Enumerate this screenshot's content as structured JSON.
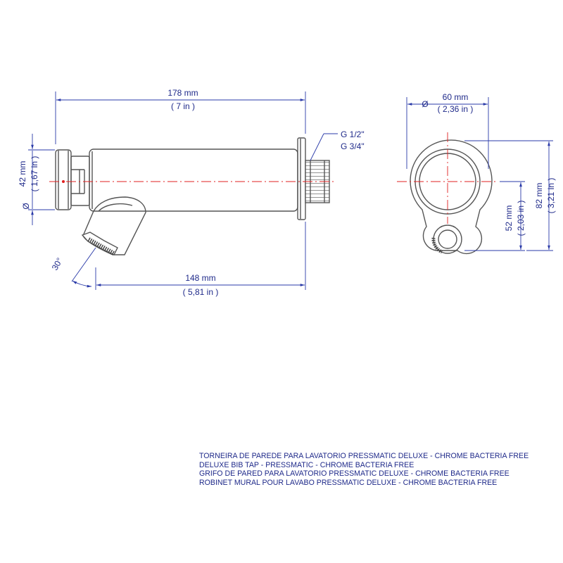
{
  "colors": {
    "dimension": "#1f2a8a",
    "axis": "#e02020",
    "outline": "#555555"
  },
  "dimensions": {
    "overall_length": {
      "mm": "178 mm",
      "inch": "( 7 in )"
    },
    "body_diameter": {
      "symbol": "Ø",
      "mm": "42 mm",
      "inch": "( 1,67 in )"
    },
    "thread": {
      "line1": "G 1/2\"",
      "line2": "G 3/4\""
    },
    "spout_length": {
      "mm": "148 mm",
      "inch": "( 5,81 in )"
    },
    "spout_angle": {
      "value": "30°"
    },
    "flange_diameter": {
      "symbol": "Ø",
      "mm": "60 mm",
      "inch": "( 2,36 in )"
    },
    "outlet_height": {
      "mm": "52 mm",
      "inch": "( 2,03 in )"
    },
    "total_height": {
      "mm": "82 mm",
      "inch": "( 3,21 in )"
    }
  },
  "caption": [
    "TORNEIRA DE PAREDE PARA LAVATORIO PRESSMATIC DELUXE - CHROME BACTERIA FREE",
    "DELUXE BIB TAP -  PRESSMATIC - CHROME BACTERIA FREE",
    "GRIFO DE PARED PARA LAVATORIO PRESSMATIC DELUXE - CHROME BACTERIA FREE",
    "ROBINET MURAL POUR LAVABO PRESSMATIC DELUXE - CHROME BACTERIA FREE"
  ]
}
